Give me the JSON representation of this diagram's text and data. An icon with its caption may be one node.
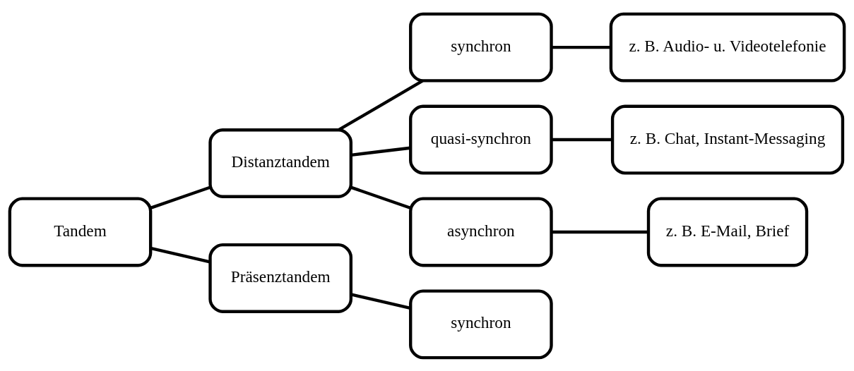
{
  "diagram": {
    "nodes": [
      {
        "text": [
          "Tandem"
        ]
      },
      {
        "text": [
          "Distanztandem"
        ]
      },
      {
        "text": [
          "Präsenztandem"
        ]
      },
      {
        "text": [
          "synchron"
        ]
      },
      {
        "text": [
          "quasi-synchron"
        ]
      },
      {
        "text": [
          "asynchron"
        ]
      },
      {
        "text": [
          "z. B. Audio- u. Videotelefonie"
        ]
      },
      {
        "text": [
          "z. B. Chat, Instant-Messaging"
        ]
      },
      {
        "text": [
          "z. B. E-Mail, Brief"
        ]
      },
      {
        "text": [
          "synchron"
        ]
      }
    ],
    "edges": [
      {
        "from": 0,
        "to": 1,
        "arrow": "none"
      },
      {
        "from": 0,
        "to": 2,
        "arrow": "none"
      },
      {
        "from": 1,
        "to": 3,
        "arrow": "none"
      },
      {
        "from": 1,
        "to": 4,
        "arrow": "none"
      },
      {
        "from": 1,
        "to": 5,
        "arrow": "none"
      },
      {
        "from": 3,
        "to": 6,
        "arrow": "none"
      },
      {
        "from": 4,
        "to": 7,
        "arrow": "none"
      },
      {
        "from": 5,
        "to": 8,
        "arrow": "none"
      },
      {
        "from": 2,
        "to": 9,
        "arrow": "none"
      }
    ]
  }
}
